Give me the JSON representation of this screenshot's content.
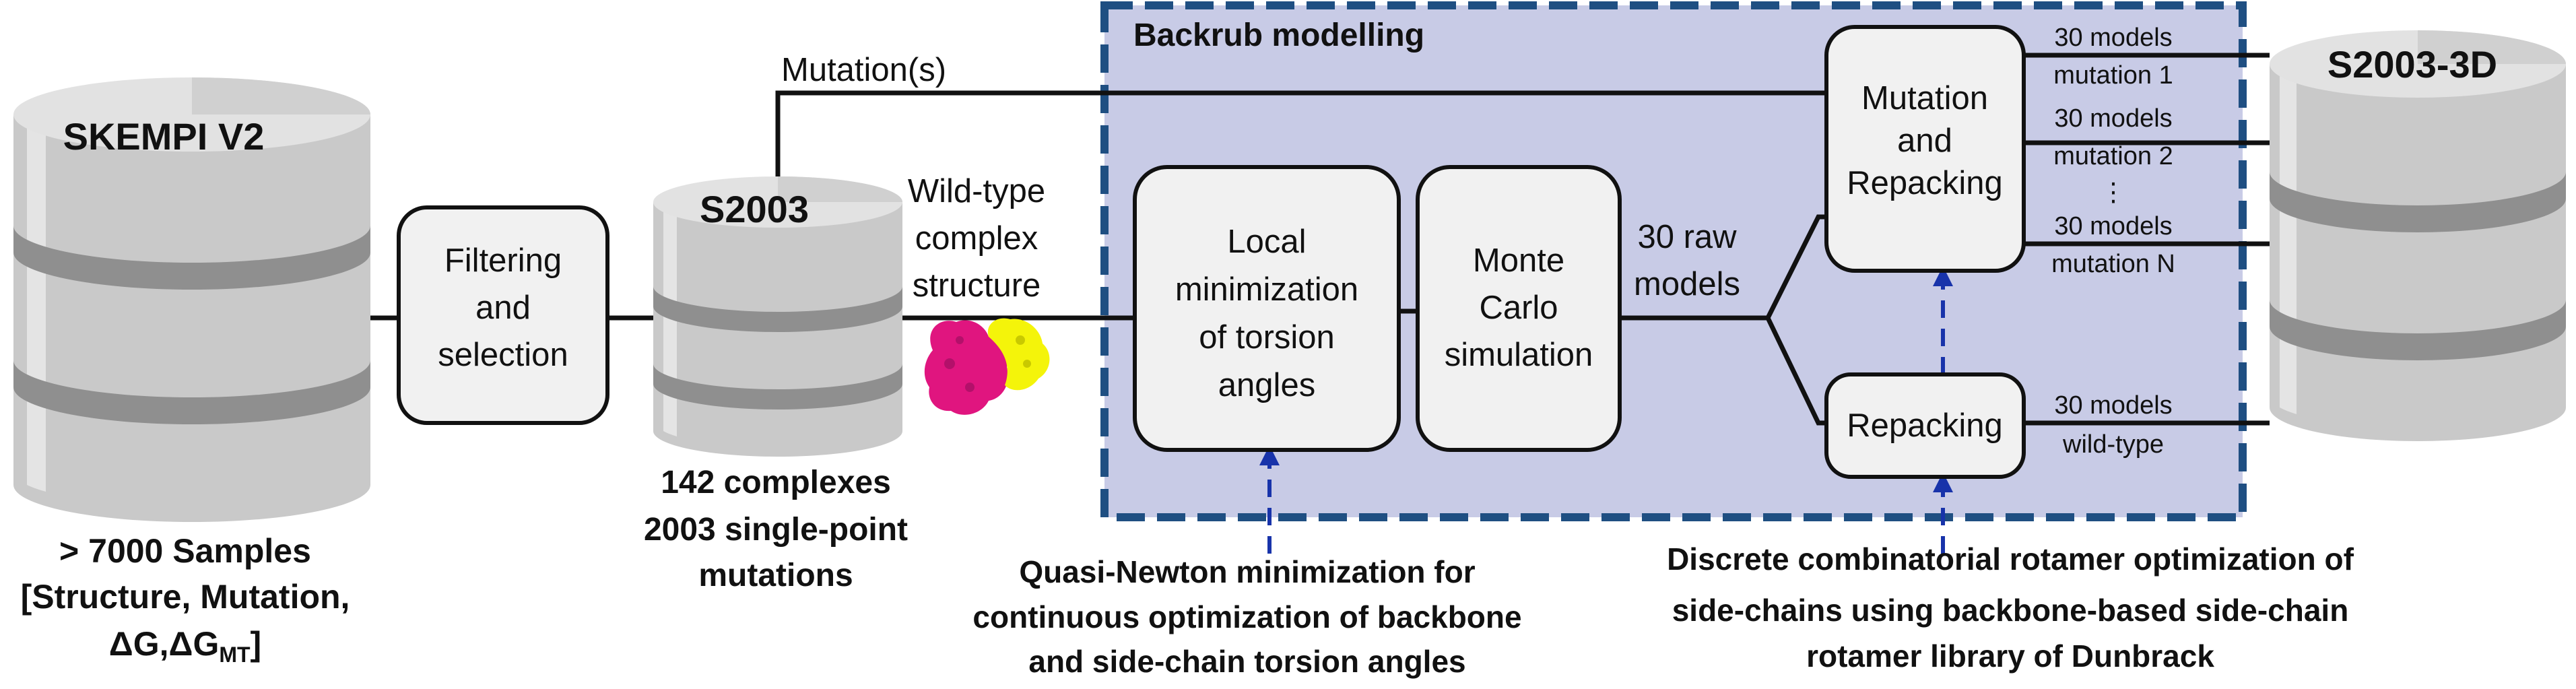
{
  "colors": {
    "backrub_fill": "#c8cbe6",
    "backrub_border": "#1f4f82",
    "dashed_arrow": "#1833aa",
    "cylinder_light": "#c9c9c9",
    "cylinder_top": "#e2e2e2",
    "cylinder_band": "#8f8f8f",
    "box_fill": "#f1f1f1",
    "protein_magenta": "#e0157f",
    "protein_yellow": "#f4f40a"
  },
  "icons": [
    "database-cylinder-icon",
    "protein-structure-icon"
  ],
  "databases": {
    "skempi": {
      "title": "SKEMPI V2"
    },
    "s2003": {
      "title": "S2003"
    },
    "s2003_3d": {
      "title": "S2003-3D"
    }
  },
  "skempi_caption": {
    "line1": "> 7000 Samples",
    "line2": "[Structure, Mutation,",
    "line3_dg": "ΔG,ΔG",
    "line3_sub": "MT",
    "line3_end": "]"
  },
  "s2003_caption": {
    "line1": "142 complexes",
    "line2": "2003 single-point",
    "line3": "mutations"
  },
  "filtering_box": {
    "line1": "Filtering",
    "line2": "and",
    "line3": "selection"
  },
  "mutations_label": "Mutation(s)",
  "wildtype_label": {
    "line1": "Wild-type",
    "line2": "complex",
    "line3": "structure"
  },
  "backrub": {
    "title": "Backrub modelling",
    "local_min_box": {
      "line1": "Local",
      "line2": "minimization",
      "line3": "of torsion",
      "line4": "angles"
    },
    "monte_carlo_box": {
      "line1": "Monte",
      "line2": "Carlo",
      "line3": "simulation"
    },
    "raw_models_label": {
      "line1": "30 raw",
      "line2": "models"
    },
    "mutation_repacking_box": {
      "line1": "Mutation",
      "line2": "and",
      "line3": "Repacking"
    },
    "repacking_box": {
      "line1": "Repacking"
    },
    "outputs": [
      {
        "count": "30 models",
        "label": "mutation 1"
      },
      {
        "count": "30 models",
        "label": "mutation 2"
      },
      {
        "count": "30 models",
        "label": "mutation N"
      },
      {
        "count": "30 models",
        "label": "wild-type"
      }
    ],
    "ellipsis": "⋮"
  },
  "quasi_newton_caption": {
    "line1": "Quasi-Newton minimization for",
    "line2": "continuous optimization of backbone",
    "line3": "and side-chain torsion angles"
  },
  "rotamer_caption": {
    "line1": "Discrete combinatorial rotamer optimization of",
    "line2": "side-chains using backbone-based side-chain",
    "line3": "rotamer library of Dunbrack"
  }
}
